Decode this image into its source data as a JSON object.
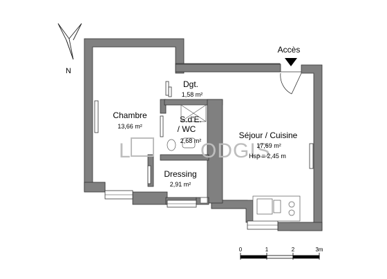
{
  "compass": {
    "label": "N",
    "icon": "north-arrow-icon"
  },
  "access": {
    "label": "Accès",
    "icon": "entrance-arrow-icon"
  },
  "rooms": {
    "chambre": {
      "name": "Chambre",
      "area": "13,66 m²"
    },
    "dgt": {
      "name": "Dgt.",
      "area": "1,58 m²"
    },
    "sde": {
      "name_line1": "S.d'E.",
      "name_line2": "/ WC",
      "area": "2,68 m²"
    },
    "dressing": {
      "name": "Dressing",
      "area": "2,91 m²"
    },
    "sejour": {
      "name": "Séjour / Cuisine",
      "area": "17,69 m²",
      "height": "Hsp = 2,45 m"
    }
  },
  "scale": {
    "ticks": [
      "0",
      "1",
      "2",
      "3m"
    ]
  },
  "watermark": {
    "left": "L",
    "right": "ODGIS"
  },
  "colors": {
    "wall": "#808080",
    "wall_stroke": "#333333",
    "fixture": "#555555"
  }
}
